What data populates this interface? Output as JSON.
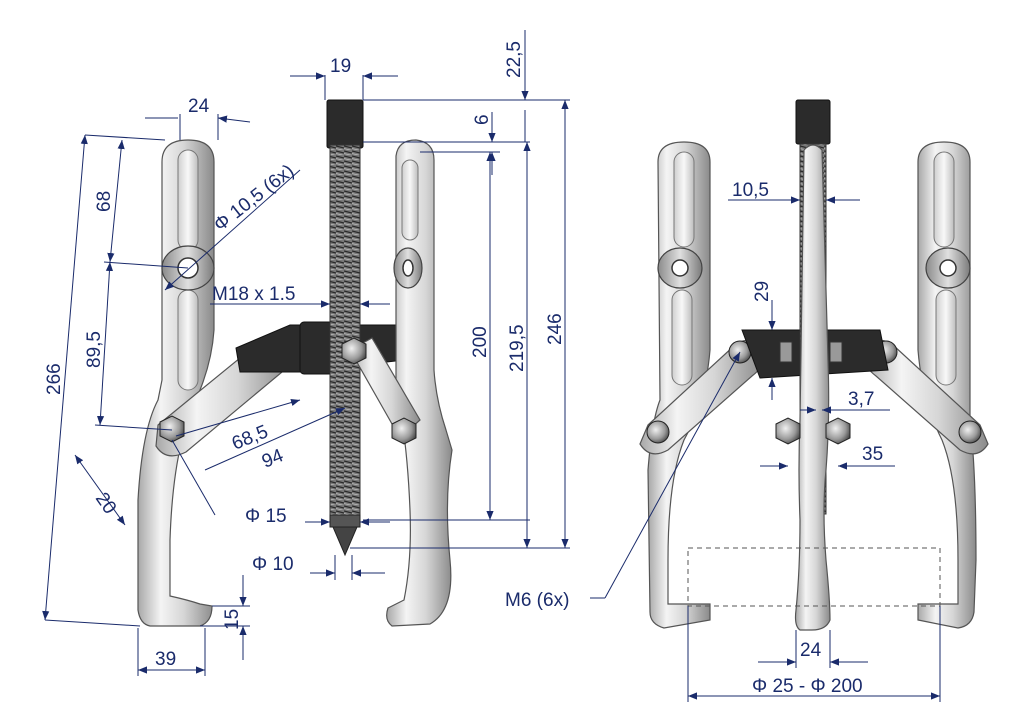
{
  "dimensions": {
    "d19": "19",
    "d22_5": "22,5",
    "d6": "6",
    "d24_top": "24",
    "d68": "68",
    "d_hole": "Φ 10,5 (6x)",
    "d266": "266",
    "d89_5": "89,5",
    "d_thread": "M18 x 1.5",
    "d200": "200",
    "d219_5": "219,5",
    "d246": "246",
    "d68_5": "68,5",
    "d94": "94",
    "d20": "20",
    "d_phi15": "Φ 15",
    "d_phi10": "Φ 10",
    "d15": "15",
    "d39": "39",
    "d10_5": "10,5",
    "d29": "29",
    "d3_7": "3,7",
    "d35": "35",
    "d_m6": "M6 (6x)",
    "d24_bottom": "24",
    "d_range": "Φ 25 - Φ 200"
  },
  "colors": {
    "dimension": "#1a2b6b",
    "metal_light": "#f2f2f2",
    "metal_dark": "#9a9a9a",
    "black_part": "#2b2b2b"
  }
}
